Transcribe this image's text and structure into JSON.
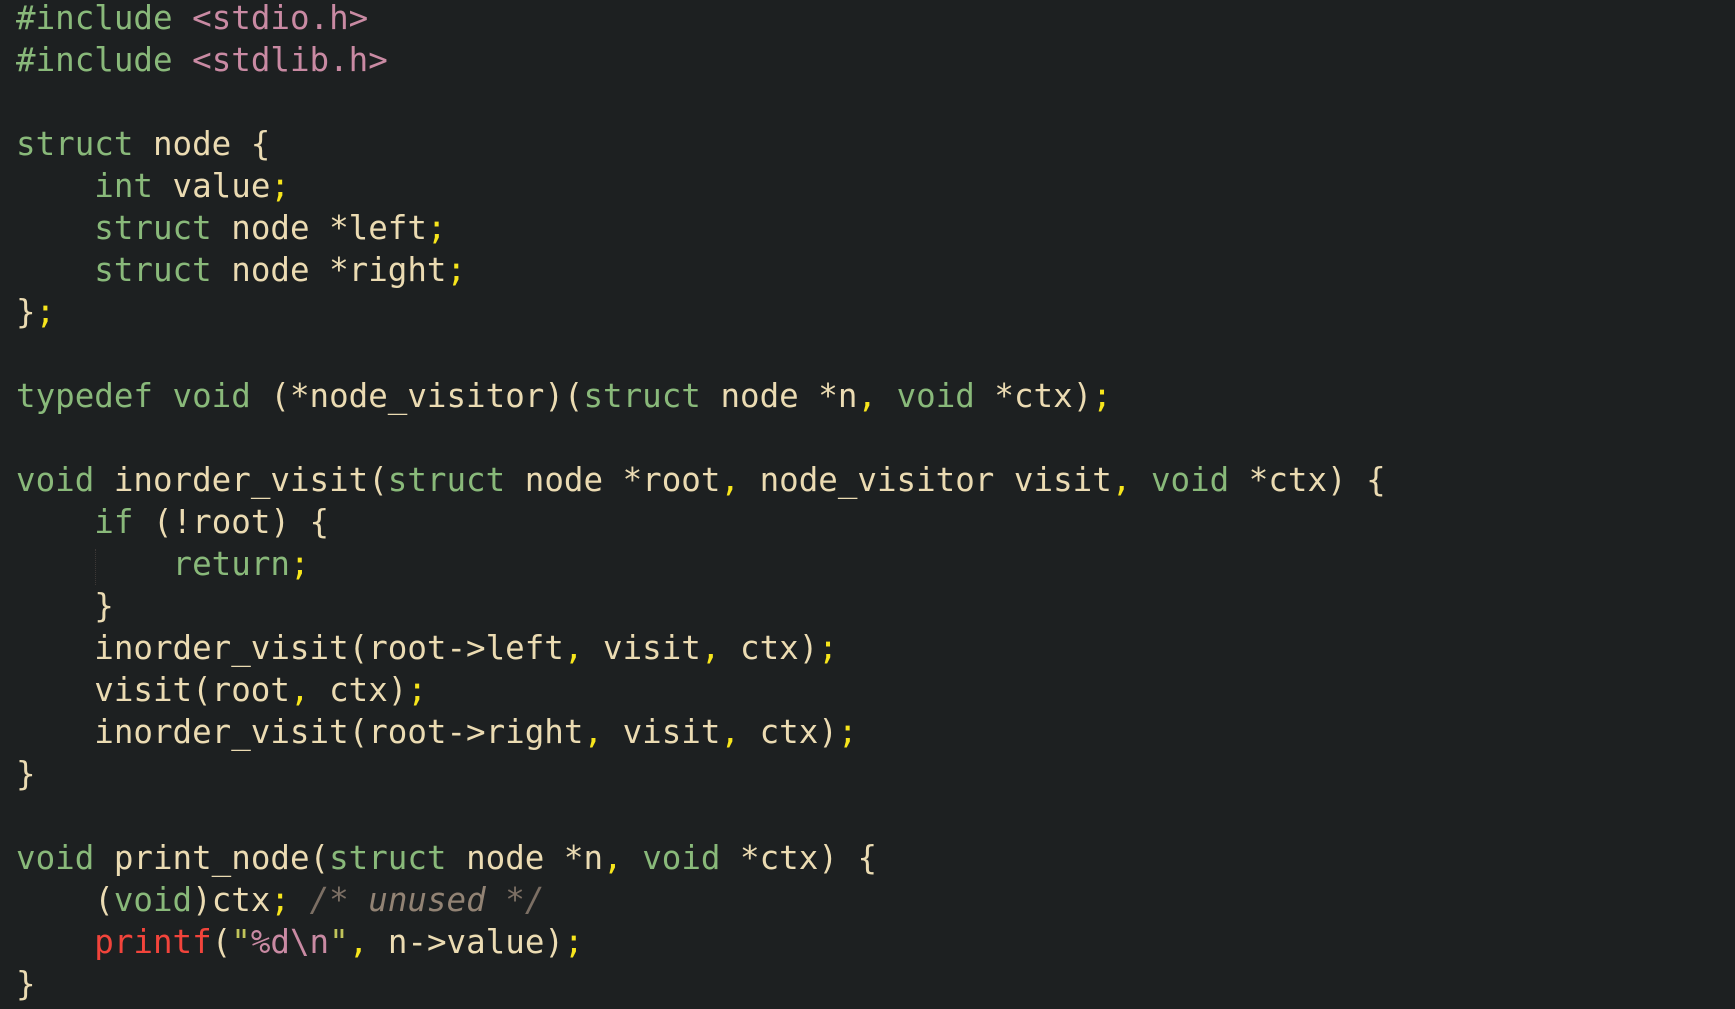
{
  "editor": {
    "language": "c",
    "theme": {
      "background": "#1d2021",
      "keyword": "#89b97a",
      "identifier": "#ebdbb2",
      "include_path": "#c98aa3",
      "punctuation": "#f7e51c",
      "builtin_function": "#f2443b",
      "string_quote": "#c1c45a",
      "format_specifier": "#c98aa3",
      "comment": "#928374"
    },
    "lines": [
      [
        [
          "pp",
          "#include"
        ],
        [
          "id",
          " "
        ],
        [
          "inc",
          "<stdio.h>"
        ]
      ],
      [
        [
          "pp",
          "#include"
        ],
        [
          "id",
          " "
        ],
        [
          "inc",
          "<stdlib.h>"
        ]
      ],
      [],
      [
        [
          "kw",
          "struct"
        ],
        [
          "id",
          " node {"
        ]
      ],
      [
        [
          "id",
          "    "
        ],
        [
          "kw",
          "int"
        ],
        [
          "id",
          " value"
        ],
        [
          "pun",
          ";"
        ]
      ],
      [
        [
          "id",
          "    "
        ],
        [
          "kw",
          "struct"
        ],
        [
          "id",
          " node *left"
        ],
        [
          "pun",
          ";"
        ]
      ],
      [
        [
          "id",
          "    "
        ],
        [
          "kw",
          "struct"
        ],
        [
          "id",
          " node *right"
        ],
        [
          "pun",
          ";"
        ]
      ],
      [
        [
          "id",
          "}"
        ],
        [
          "pun",
          ";"
        ]
      ],
      [],
      [
        [
          "kw",
          "typedef"
        ],
        [
          "id",
          " "
        ],
        [
          "kw",
          "void"
        ],
        [
          "id",
          " (*node_visitor)("
        ],
        [
          "kw",
          "struct"
        ],
        [
          "id",
          " node *n"
        ],
        [
          "pun",
          ","
        ],
        [
          "id",
          " "
        ],
        [
          "kw",
          "void"
        ],
        [
          "id",
          " *ctx)"
        ],
        [
          "pun",
          ";"
        ]
      ],
      [],
      [
        [
          "kw",
          "void"
        ],
        [
          "id",
          " inorder_visit("
        ],
        [
          "kw",
          "struct"
        ],
        [
          "id",
          " node *root"
        ],
        [
          "pun",
          ","
        ],
        [
          "id",
          " node_visitor visit"
        ],
        [
          "pun",
          ","
        ],
        [
          "id",
          " "
        ],
        [
          "kw",
          "void"
        ],
        [
          "id",
          " *ctx) {"
        ]
      ],
      [
        [
          "id",
          "    "
        ],
        [
          "kw",
          "if"
        ],
        [
          "id",
          " (!root) {"
        ]
      ],
      [
        [
          "id",
          "        "
        ],
        [
          "kw",
          "return"
        ],
        [
          "pun",
          ";"
        ]
      ],
      [
        [
          "id",
          "    }"
        ]
      ],
      [
        [
          "id",
          "    inorder_visit(root->left"
        ],
        [
          "pun",
          ","
        ],
        [
          "id",
          " visit"
        ],
        [
          "pun",
          ","
        ],
        [
          "id",
          " ctx)"
        ],
        [
          "pun",
          ";"
        ]
      ],
      [
        [
          "id",
          "    visit(root"
        ],
        [
          "pun",
          ","
        ],
        [
          "id",
          " ctx)"
        ],
        [
          "pun",
          ";"
        ]
      ],
      [
        [
          "id",
          "    inorder_visit(root->right"
        ],
        [
          "pun",
          ","
        ],
        [
          "id",
          " visit"
        ],
        [
          "pun",
          ","
        ],
        [
          "id",
          " ctx)"
        ],
        [
          "pun",
          ";"
        ]
      ],
      [
        [
          "id",
          "}"
        ]
      ],
      [],
      [
        [
          "kw",
          "void"
        ],
        [
          "id",
          " print_node("
        ],
        [
          "kw",
          "struct"
        ],
        [
          "id",
          " node *n"
        ],
        [
          "pun",
          ","
        ],
        [
          "id",
          " "
        ],
        [
          "kw",
          "void"
        ],
        [
          "id",
          " *ctx) {"
        ]
      ],
      [
        [
          "id",
          "    ("
        ],
        [
          "kw",
          "void"
        ],
        [
          "id",
          ")ctx"
        ],
        [
          "pun",
          ";"
        ],
        [
          "id",
          " "
        ],
        [
          "cmt-delim",
          "/*"
        ],
        [
          "cmt",
          " unused "
        ],
        [
          "cmt-delim",
          "*/"
        ]
      ],
      [
        [
          "id",
          "    "
        ],
        [
          "fn-red",
          "printf"
        ],
        [
          "id",
          "("
        ],
        [
          "str",
          "\""
        ],
        [
          "fmt",
          "%d\\n"
        ],
        [
          "str",
          "\""
        ],
        [
          "pun",
          ","
        ],
        [
          "id",
          " n->value)"
        ],
        [
          "pun",
          ";"
        ]
      ],
      [
        [
          "id",
          "}"
        ]
      ]
    ]
  }
}
